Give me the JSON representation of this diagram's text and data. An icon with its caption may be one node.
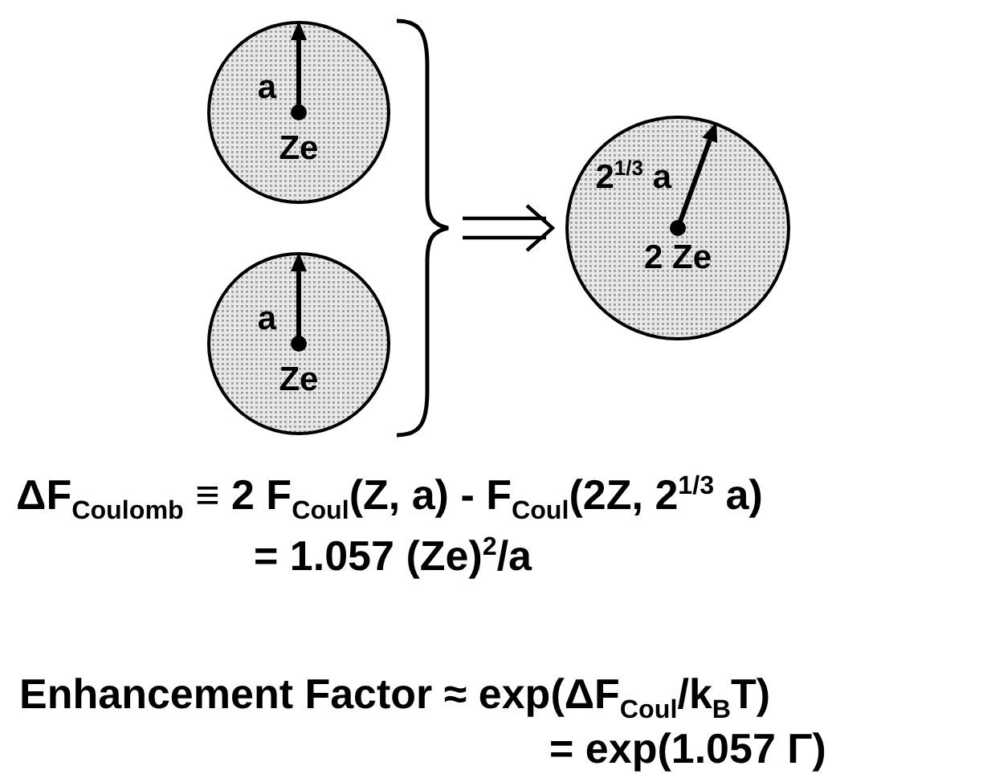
{
  "diagram": {
    "nodes": [
      {
        "text": [
          "a",
          "Ze"
        ]
      },
      {
        "text": [
          "a",
          "Ze"
        ]
      },
      {
        "text": [],
        "shape": "brace"
      },
      {
        "text": [
          "2$^{1/3}$ a",
          "2 Ze"
        ]
      }
    ],
    "edges": [
      {
        "from": 2,
        "to": 3,
        "arrow": "to"
      }
    ],
    "labels": [
      "ΔF$_{Coulomb}$ ≡ 2 F$_{Coul}$(Z, a) - F$_{Coul}$(2Z, 2$^{1/3}$ a)",
      "= 1.057 (Ze)$^{2}$/a",
      "Enhancement Factor ≈ exp(ΔF$_{Coul}$/k$_{B}$T)",
      "= exp(1.057 Γ)"
    ]
  }
}
